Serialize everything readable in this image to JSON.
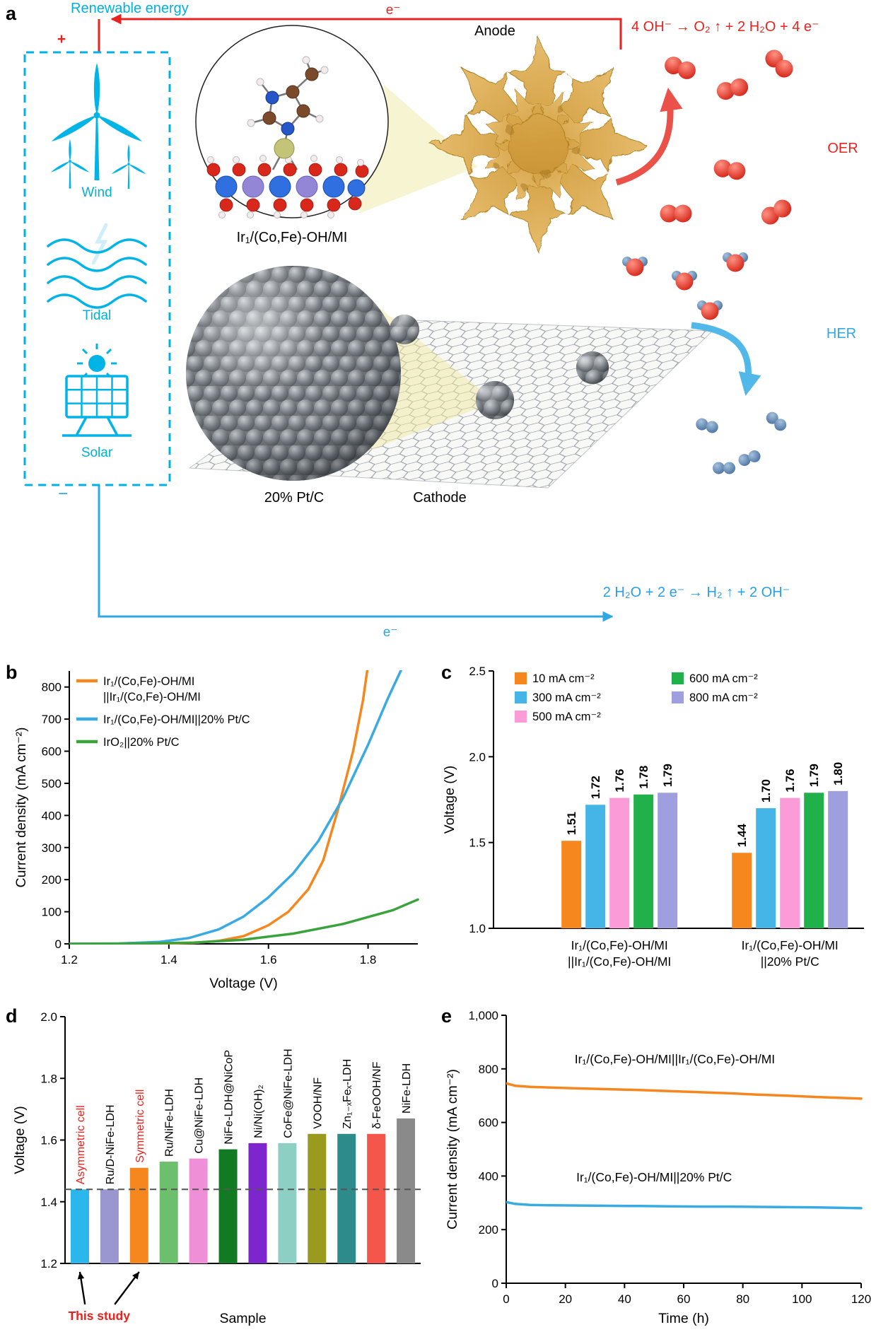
{
  "panel_labels": {
    "a": "a",
    "b": "b",
    "c": "c",
    "d": "d",
    "e": "e"
  },
  "colors": {
    "cyan": "#00b0dc",
    "red": "#e8231f",
    "blue": "#2fa8e4",
    "orange": "#f6871f",
    "green": "#3aa33c"
  },
  "panel_a": {
    "renewable": "Renewable energy",
    "plus": "+",
    "minus": "−",
    "wind": "Wind",
    "tidal": "Tidal",
    "solar": "Solar",
    "electron_top": "e⁻",
    "electron_bottom": "e⁻",
    "anode": "Anode",
    "cathode": "Cathode",
    "catalyst": "Ir₁/(Co,Fe)-OH/MI",
    "ptc": "20% Pt/C",
    "oer": "OER",
    "her": "HER",
    "oer_reaction": "4 OH⁻ → O₂ ↑ + 2 H₂O + 4 e⁻",
    "her_reaction": "2 H₂O + 2 e⁻ → H₂ ↑ + 2 OH⁻"
  },
  "chart_data": [
    {
      "id": "chart-b",
      "type": "line",
      "xlabel": "Voltage (V)",
      "ylabel": "Current density (mA cm⁻²)",
      "xlim": [
        1.2,
        1.9
      ],
      "ylim": [
        0,
        850
      ],
      "xticks": [
        1.2,
        1.4,
        1.6,
        1.8
      ],
      "xtick_labels": [
        "1.2",
        "1.4",
        "1.6",
        "1.8"
      ],
      "yticks": [
        0,
        100,
        200,
        300,
        400,
        500,
        600,
        700,
        800
      ],
      "ytick_labels": [
        "0",
        "100",
        "200",
        "300",
        "400",
        "500",
        "600",
        "700",
        "800"
      ],
      "legend": [
        {
          "lines": [
            "Ir₁/(Co,Fe)-OH/MI",
            "||Ir₁/(Co,Fe)-OH/MI"
          ],
          "color": "#f6871f"
        },
        {
          "lines": [
            "Ir₁/(Co,Fe)-OH/MI||20% Pt/C"
          ],
          "color": "#3aabe2"
        },
        {
          "lines": [
            "IrO₂||20% Pt/C"
          ],
          "color": "#3aa33c"
        }
      ],
      "series": [
        {
          "name": "Ir₁/(Co,Fe)-OH/MI||Ir₁/(Co,Fe)-OH/MI",
          "color": "#f6871f",
          "x": [
            1.2,
            1.3,
            1.4,
            1.45,
            1.5,
            1.55,
            1.6,
            1.64,
            1.68,
            1.71,
            1.74,
            1.77,
            1.79,
            1.8
          ],
          "y": [
            0,
            0,
            1,
            3,
            9,
            24,
            58,
            100,
            170,
            260,
            420,
            600,
            760,
            870
          ]
        },
        {
          "name": "Ir₁/(Co,Fe)-OH/MI||20% Pt/C",
          "color": "#3aabe2",
          "x": [
            1.2,
            1.3,
            1.38,
            1.44,
            1.5,
            1.55,
            1.6,
            1.65,
            1.7,
            1.75,
            1.8,
            1.84,
            1.87
          ],
          "y": [
            0,
            1,
            6,
            18,
            45,
            85,
            145,
            220,
            320,
            455,
            620,
            765,
            865
          ]
        },
        {
          "name": "IrO₂||20% Pt/C",
          "color": "#3aa33c",
          "x": [
            1.2,
            1.35,
            1.45,
            1.55,
            1.65,
            1.75,
            1.85,
            1.9
          ],
          "y": [
            0,
            1,
            4,
            13,
            32,
            62,
            105,
            138
          ]
        }
      ]
    },
    {
      "id": "chart-c",
      "type": "grouped-bar",
      "ylabel": "Voltage (V)",
      "ylim": [
        1.0,
        2.5
      ],
      "yticks": [
        1.0,
        1.5,
        2.0,
        2.5
      ],
      "ytick_labels": [
        "1.0",
        "1.5",
        "2.0",
        "2.5"
      ],
      "legend": [
        {
          "label": "10 mA cm⁻²",
          "color": "#f6871f"
        },
        {
          "label": "300 mA cm⁻²",
          "color": "#45b5e8"
        },
        {
          "label": "500 mA cm⁻²",
          "color": "#fb9cd9"
        },
        {
          "label": "600 mA cm⁻²",
          "color": "#21b14b"
        },
        {
          "label": "800 mA cm⁻²",
          "color": "#9f9fdf"
        }
      ],
      "groups": [
        {
          "label_lines": [
            "Ir₁/(Co,Fe)-OH/MI",
            "||Ir₁/(Co,Fe)-OH/MI"
          ],
          "values": [
            1.51,
            1.72,
            1.76,
            1.78,
            1.79
          ]
        },
        {
          "label_lines": [
            "Ir₁/(Co,Fe)-OH/MI",
            "||20% Pt/C"
          ],
          "values": [
            1.44,
            1.7,
            1.76,
            1.79,
            1.8
          ]
        }
      ],
      "value_labels": [
        [
          "1.51",
          "1.72",
          "1.76",
          "1.78",
          "1.79"
        ],
        [
          "1.44",
          "1.70",
          "1.76",
          "1.79",
          "1.80"
        ]
      ]
    },
    {
      "id": "chart-d",
      "type": "bar",
      "xlabel": "Sample",
      "ylabel": "Voltage (V)",
      "ylim": [
        1.2,
        2.0
      ],
      "yticks": [
        1.2,
        1.4,
        1.6,
        1.8,
        2.0
      ],
      "ytick_labels": [
        "1.2",
        "1.4",
        "1.6",
        "1.8",
        "2.0"
      ],
      "bars": [
        {
          "label": "Asymmetric cell",
          "value": 1.44,
          "color": "#2bb7ec",
          "label_color": "#e8231f"
        },
        {
          "label": "Ru/D-NiFe-LDH",
          "value": 1.44,
          "color": "#9a96cf",
          "label_color": "#000000"
        },
        {
          "label": "Symmetric cell",
          "value": 1.51,
          "color": "#f6871f",
          "label_color": "#e8231f"
        },
        {
          "label": "Ru/NiFe-LDH",
          "value": 1.53,
          "color": "#6cbf6c",
          "label_color": "#000000"
        },
        {
          "label": "Cu@NiFe-LDH",
          "value": 1.54,
          "color": "#ef8fd8",
          "label_color": "#000000"
        },
        {
          "label": "NiFe-LDH@NiCoP",
          "value": 1.57,
          "color": "#117a22",
          "label_color": "#000000"
        },
        {
          "label": "Ni/Ni(OH)₂",
          "value": 1.59,
          "color": "#7d26cd",
          "label_color": "#000000"
        },
        {
          "label": "CoFe@NiFe-LDH",
          "value": 1.59,
          "color": "#8ecfc3",
          "label_color": "#000000"
        },
        {
          "label": "VOOH/NF",
          "value": 1.62,
          "color": "#999b1e",
          "label_color": "#000000"
        },
        {
          "label": "Zn₁₋ₓFeₓ-LDH",
          "value": 1.62,
          "color": "#2e8b8b",
          "label_color": "#000000"
        },
        {
          "label": "δ-FeOOH/NF",
          "value": 1.62,
          "color": "#f4564c",
          "label_color": "#000000"
        },
        {
          "label": "NiFe-LDH",
          "value": 1.67,
          "color": "#8a8a8a",
          "label_color": "#000000"
        }
      ],
      "dashed_line": 1.44,
      "annotation": "This study",
      "annotation_color": "#e8231f",
      "annotation_targets": [
        0,
        2
      ]
    },
    {
      "id": "chart-e",
      "type": "line",
      "xlabel": "Time (h)",
      "ylabel": "Current density (mA cm⁻²)",
      "xlim": [
        0,
        120
      ],
      "ylim": [
        0,
        1000
      ],
      "xticks": [
        0,
        20,
        40,
        60,
        80,
        100,
        120
      ],
      "xtick_labels": [
        "0",
        "20",
        "40",
        "60",
        "80",
        "100",
        "120"
      ],
      "yticks": [
        0,
        200,
        400,
        600,
        800,
        1000
      ],
      "ytick_labels": [
        "0",
        "200",
        "400",
        "600",
        "800",
        "1,000"
      ],
      "series": [
        {
          "name": "Ir₁/(Co,Fe)-OH/MI||Ir₁/(Co,Fe)-OH/MI",
          "color": "#f6871f",
          "x": [
            0,
            3,
            8,
            15,
            25,
            35,
            45,
            55,
            65,
            75,
            85,
            95,
            105,
            115,
            120
          ],
          "y": [
            746,
            737,
            733,
            730,
            727,
            724,
            721,
            717,
            713,
            709,
            704,
            700,
            695,
            691,
            689
          ]
        },
        {
          "name": "Ir₁/(Co,Fe)-OH/MI||20% Pt/C",
          "color": "#3aabe2",
          "x": [
            0,
            3,
            8,
            15,
            25,
            35,
            45,
            55,
            65,
            75,
            85,
            95,
            105,
            115,
            120
          ],
          "y": [
            303,
            296,
            292,
            291,
            290,
            289,
            288,
            287,
            286,
            286,
            285,
            284,
            283,
            281,
            280
          ]
        }
      ],
      "inline_labels": [
        {
          "text": "Ir₁/(Co,Fe)-OH/MI||Ir₁/(Co,Fe)-OH/MI",
          "x": 57,
          "y": 820,
          "color": "#000000"
        },
        {
          "text": "Ir₁/(Co,Fe)-OH/MI||20% Pt/C",
          "x": 50,
          "y": 380,
          "color": "#000000"
        }
      ]
    }
  ]
}
